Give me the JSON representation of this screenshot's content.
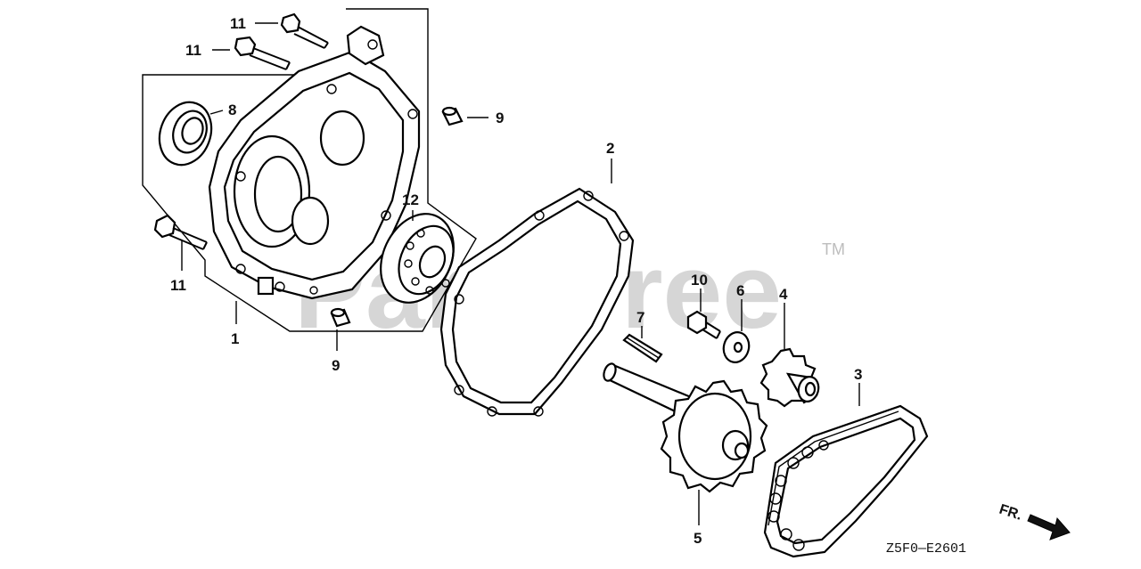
{
  "watermark": {
    "text": "PartsTree",
    "trademark": "TM"
  },
  "diagram_code": "Z5F0—E2601",
  "direction_label": "FR.",
  "callouts": [
    {
      "id": "c11a",
      "label": "11"
    },
    {
      "id": "c11b",
      "label": "11"
    },
    {
      "id": "c8",
      "label": "8"
    },
    {
      "id": "c9a",
      "label": "9"
    },
    {
      "id": "c2",
      "label": "2"
    },
    {
      "id": "c12",
      "label": "12"
    },
    {
      "id": "c11c",
      "label": "11"
    },
    {
      "id": "c1",
      "label": "1"
    },
    {
      "id": "c9b",
      "label": "9"
    },
    {
      "id": "c10",
      "label": "10"
    },
    {
      "id": "c6",
      "label": "6"
    },
    {
      "id": "c4",
      "label": "4"
    },
    {
      "id": "c7",
      "label": "7"
    },
    {
      "id": "c3",
      "label": "3"
    },
    {
      "id": "c5",
      "label": "5"
    }
  ]
}
